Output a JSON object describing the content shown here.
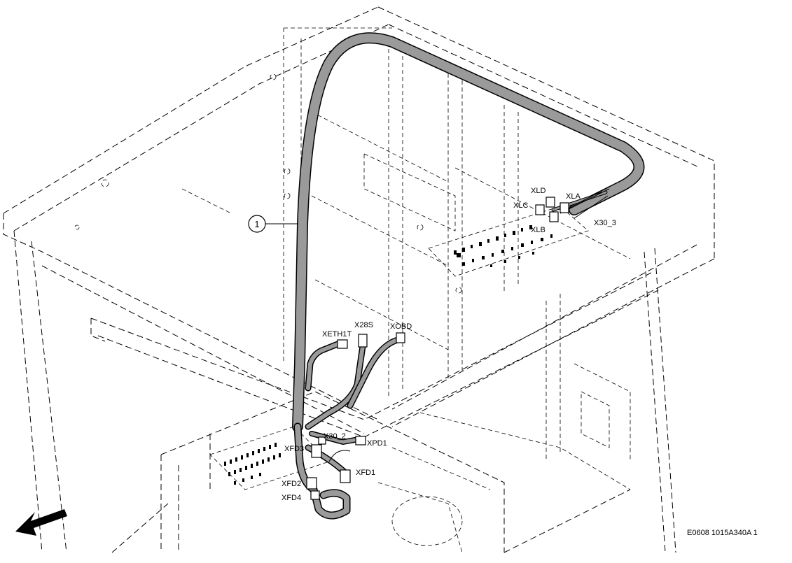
{
  "figure": {
    "reference_code": "E0608 1015A340A 1",
    "callout": "1",
    "connector_labels": {
      "xld": "XLD",
      "xla": "XLA",
      "xlc": "XLC",
      "xlb": "XLB",
      "x30_3": "X30_3",
      "xeth1t": "XETH1T",
      "x28s": "X28S",
      "xobd": "XOBD",
      "x30_2": "X30_2",
      "xfd3": "XFD3",
      "xpd1": "XPD1",
      "xfd1": "XFD1",
      "xfd2": "XFD2",
      "xfd4": "XFD4"
    }
  }
}
